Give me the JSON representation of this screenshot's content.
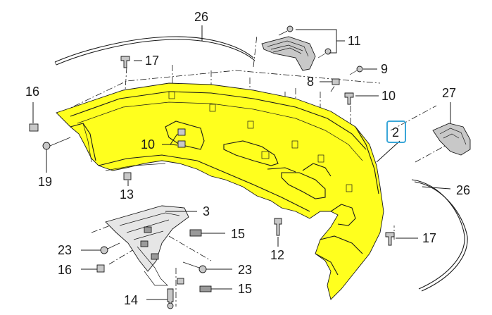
{
  "colors": {
    "bumper_fill": "#ffff1e",
    "highlight_box": "#3aa6d8",
    "line": "#1a1a1a",
    "part_grey": "#c8c8c8",
    "part_dark": "#9a9a9a"
  },
  "callouts": {
    "c26_top": "26",
    "c11": "11",
    "c17_top": "17",
    "c9": "9",
    "c8": "8",
    "c16_top": "16",
    "c10_right": "10",
    "c27": "27",
    "c2": "2",
    "c10_left": "10",
    "c19": "19",
    "c13": "13",
    "c26_right": "26",
    "c3": "3",
    "c15_top": "15",
    "c17_right": "17",
    "c12": "12",
    "c23_left": "23",
    "c16_bottom": "16",
    "c23_right": "23",
    "c14": "14",
    "c15_bottom": "15"
  }
}
